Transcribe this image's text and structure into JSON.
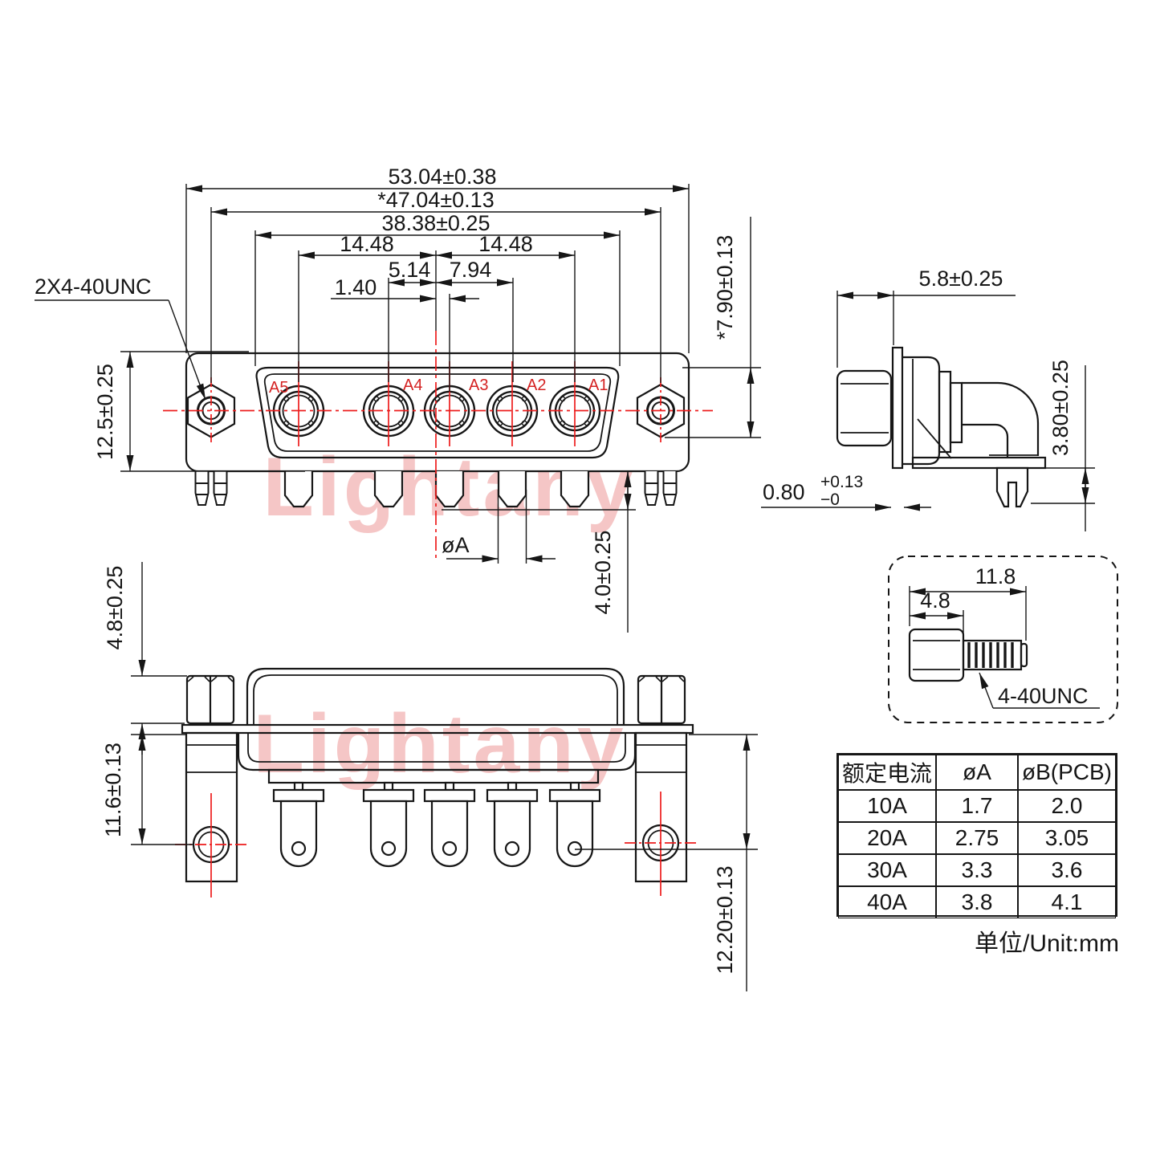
{
  "watermark": "Lightany",
  "front_view": {
    "thread_label": "2X4-40UNC",
    "contacts": [
      "A5",
      "A4",
      "A3",
      "A2",
      "A1"
    ],
    "dims": {
      "overall_width": "53.04±0.38",
      "screw_spacing": "*47.04±0.13",
      "face_width": "38.38±0.25",
      "pitch_left": "14.48",
      "pitch_right": "14.48",
      "pitch_a4": "5.14",
      "pitch_a2": "7.94",
      "center_offset": "1.40",
      "body_height": "12.5±0.25",
      "face_height": "*7.90±0.13",
      "pin_diameter": "øA",
      "pin_length": "4.0±0.25"
    }
  },
  "side_view": {
    "dims": {
      "nut_depth": "5.8±0.25",
      "bracket_height": "3.80±0.25",
      "flange_thickness": "0.80",
      "flange_tol_plus": "+0.13",
      "flange_tol_minus": "−0"
    }
  },
  "bottom_view": {
    "dims": {
      "standoff_height": "4.8±0.25",
      "hole_offset": "11.6±0.13",
      "pin_row_offset": "12.20±0.13"
    }
  },
  "screw_detail": {
    "total_length": "11.8",
    "hex_length": "4.8",
    "thread_label": "4-40UNC"
  },
  "spec_table": {
    "headers": [
      "额定电流",
      "øA",
      "øB(PCB)"
    ],
    "rows": [
      [
        "10A",
        "1.7",
        "2.0"
      ],
      [
        "20A",
        "2.75",
        "3.05"
      ],
      [
        "30A",
        "3.3",
        "3.6"
      ],
      [
        "40A",
        "3.8",
        "4.1"
      ]
    ]
  },
  "unit_note": "单位/Unit:mm",
  "colors": {
    "line": "#161616",
    "accent": "#ed1c1c",
    "watermark": "#f5c6c6"
  }
}
